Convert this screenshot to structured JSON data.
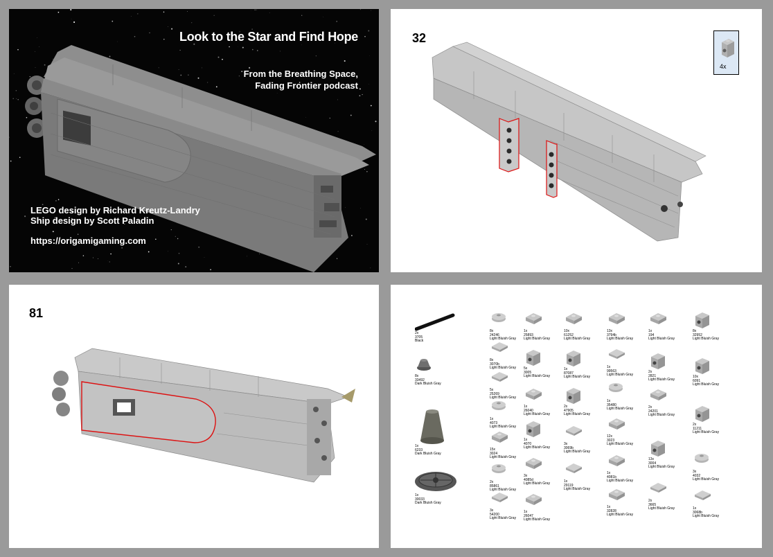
{
  "cover": {
    "title": "Look to the Star and Find Hope",
    "subtitle_line1": "From the Breathing Space,",
    "subtitle_line2": "Fading Frontier podcast",
    "credit_lego": "LEGO design by Richard Kreutz-Landry",
    "credit_ship": "Ship design by Scott Paladin",
    "url": "https://origamigaming.com"
  },
  "step32": {
    "number": "32",
    "callout_qty": "4x"
  },
  "step81": {
    "number": "81"
  },
  "parts": [
    {
      "qty": "2x",
      "id": "3705",
      "color": "Black",
      "icon": "axle-icon"
    },
    {
      "qty": "8x",
      "id": "33492",
      "color": "Dark Bluish Gray",
      "icon": "cone-small-icon"
    },
    {
      "qty": "1x",
      "id": "6233",
      "color": "Dark Bluish Gray",
      "icon": "cone-large-icon"
    },
    {
      "qty": "1x",
      "id": "30033",
      "color": "Dark Bluish Gray",
      "icon": "radar-dish-icon"
    },
    {
      "qty": "8x",
      "id": "24246",
      "color": "Light Bluish Gray",
      "icon": "tile-round-icon"
    },
    {
      "qty": "8x",
      "id": "3070b",
      "color": "Light Bluish Gray",
      "icon": "tile-icon"
    },
    {
      "qty": "5x",
      "id": "25269",
      "color": "Light Bluish Gray",
      "icon": "quarter-tile-icon"
    },
    {
      "qty": "1x",
      "id": "4073",
      "color": "Light Bluish Gray",
      "icon": "round-plate-icon"
    },
    {
      "qty": "15x",
      "id": "3024",
      "color": "Light Bluish Gray",
      "icon": "plate-icon"
    },
    {
      "qty": "2x",
      "id": "85861",
      "color": "Light Bluish Gray",
      "icon": "round-plate-icon"
    },
    {
      "qty": "3x",
      "id": "54200",
      "color": "Light Bluish Gray",
      "icon": "slope-icon"
    },
    {
      "qty": "1x",
      "id": "25893",
      "color": "Light Bluish Gray",
      "icon": "plate-clip-icon"
    },
    {
      "qty": "5x",
      "id": "3005",
      "color": "Light Bluish Gray",
      "icon": "brick-icon"
    },
    {
      "qty": "1x",
      "id": "26040",
      "color": "Light Bluish Gray",
      "icon": "bracket-icon"
    },
    {
      "qty": "1x",
      "id": "4070",
      "color": "Light Bluish Gray",
      "icon": "headlight-icon"
    },
    {
      "qty": "3x",
      "id": "4085d",
      "color": "Light Bluish Gray",
      "icon": "clip-icon"
    },
    {
      "qty": "1x",
      "id": "26047",
      "color": "Light Bluish Gray",
      "icon": "bar-holder-icon"
    },
    {
      "qty": "10x",
      "id": "61252",
      "color": "Light Bluish Gray",
      "icon": "clip-plate-icon"
    },
    {
      "qty": "1x",
      "id": "87087",
      "color": "Light Bluish Gray",
      "icon": "brick-stud-icon"
    },
    {
      "qty": "2x",
      "id": "47905",
      "color": "Light Bluish Gray",
      "icon": "brick-2stud-icon"
    },
    {
      "qty": "3x",
      "id": "3069b",
      "color": "Light Bluish Gray",
      "icon": "tile-icon"
    },
    {
      "qty": "1x",
      "id": "29119",
      "color": "Light Bluish Gray",
      "icon": "wedge-icon"
    },
    {
      "qty": "13x",
      "id": "3794b",
      "color": "Light Bluish Gray",
      "icon": "jumper-icon"
    },
    {
      "qty": "1x",
      "id": "99563",
      "color": "Light Bluish Gray",
      "icon": "tile-clip-icon"
    },
    {
      "qty": "1x",
      "id": "35480",
      "color": "Light Bluish Gray",
      "icon": "rounded-plate-icon"
    },
    {
      "qty": "12x",
      "id": "3023",
      "color": "Light Bluish Gray",
      "icon": "plate-icon"
    },
    {
      "qty": "1x",
      "id": "4081b",
      "color": "Light Bluish Gray",
      "icon": "clip-light-icon"
    },
    {
      "qty": "1x",
      "id": "32828",
      "color": "Light Bluish Gray",
      "icon": "bar-clip-icon"
    },
    {
      "qty": "1x",
      "id": "194",
      "color": "Light Bluish Gray",
      "icon": "lever-icon"
    },
    {
      "qty": "2x",
      "id": "2821",
      "color": "Light Bluish Gray",
      "icon": "door-icon"
    },
    {
      "qty": "2x",
      "id": "24201",
      "color": "Light Bluish Gray",
      "icon": "curved-plate-icon"
    },
    {
      "qty": "13x",
      "id": "3004",
      "color": "Light Bluish Gray",
      "icon": "brick-1x2-icon"
    },
    {
      "qty": "2x",
      "id": "3665",
      "color": "Light Bluish Gray",
      "icon": "inverted-slope-icon"
    },
    {
      "qty": "8x",
      "id": "32952",
      "color": "Light Bluish Gray",
      "icon": "brick-studs-side-icon"
    },
    {
      "qty": "10x",
      "id": "6091",
      "color": "Light Bluish Gray",
      "icon": "curved-brick-icon"
    },
    {
      "qty": "2x",
      "id": "11211",
      "color": "Light Bluish Gray",
      "icon": "brick-side-studs-icon"
    },
    {
      "qty": "3x",
      "id": "4032",
      "color": "Light Bluish Gray",
      "icon": "round-plate-2x2-icon"
    },
    {
      "qty": "1x",
      "id": "3068b",
      "color": "Light Bluish Gray",
      "icon": "tile-2x2-icon"
    }
  ]
}
